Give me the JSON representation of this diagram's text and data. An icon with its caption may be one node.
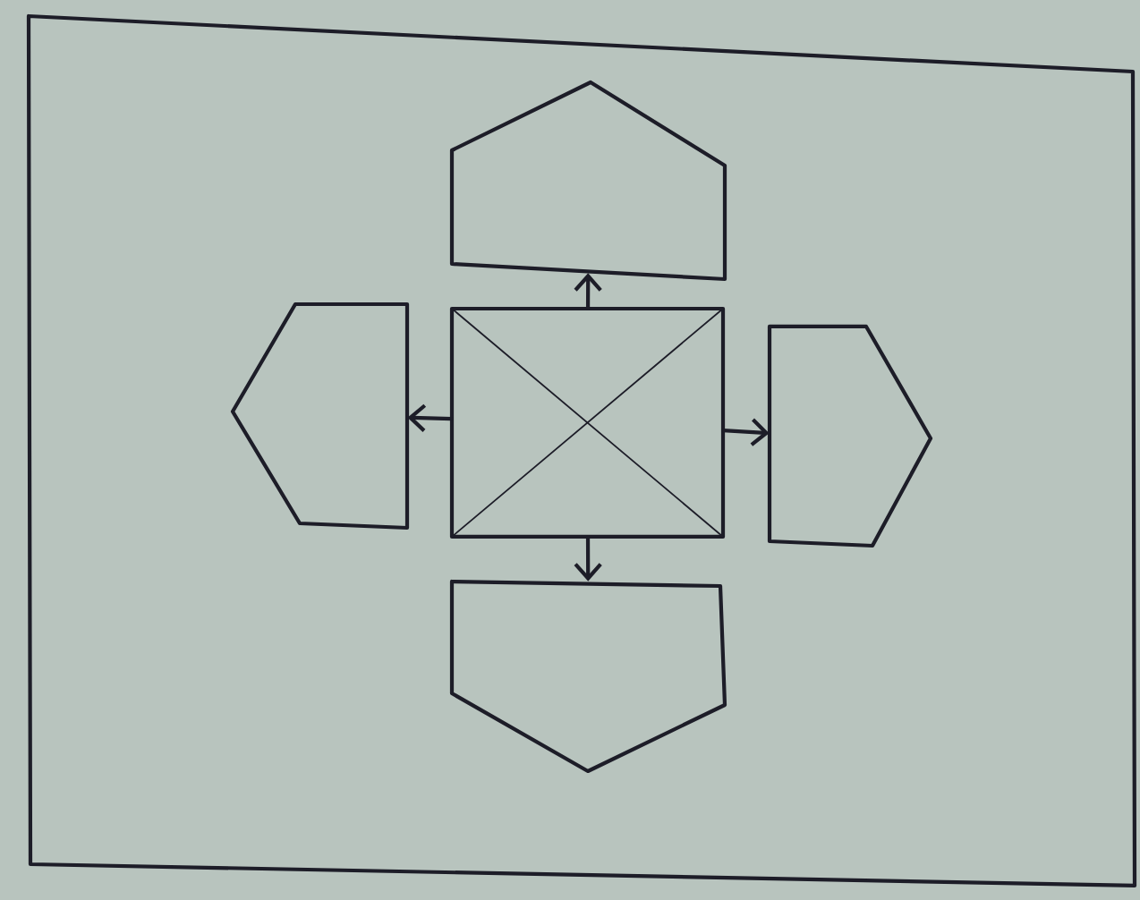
{
  "diagram": {
    "nodes": [
      {
        "text": [],
        "shape": "pentagon"
      },
      {
        "text": [],
        "shape": "pentagon"
      },
      {
        "text": [],
        "shape": "box"
      },
      {
        "text": [],
        "shape": "pentagon"
      },
      {
        "text": [],
        "shape": "pentagon"
      }
    ],
    "edges": [
      {
        "from": 2,
        "to": 0,
        "arrow": "to"
      },
      {
        "from": 2,
        "to": 1,
        "arrow": "to"
      },
      {
        "from": 2,
        "to": 3,
        "arrow": "to"
      },
      {
        "from": 2,
        "to": 4,
        "arrow": "to"
      }
    ]
  }
}
